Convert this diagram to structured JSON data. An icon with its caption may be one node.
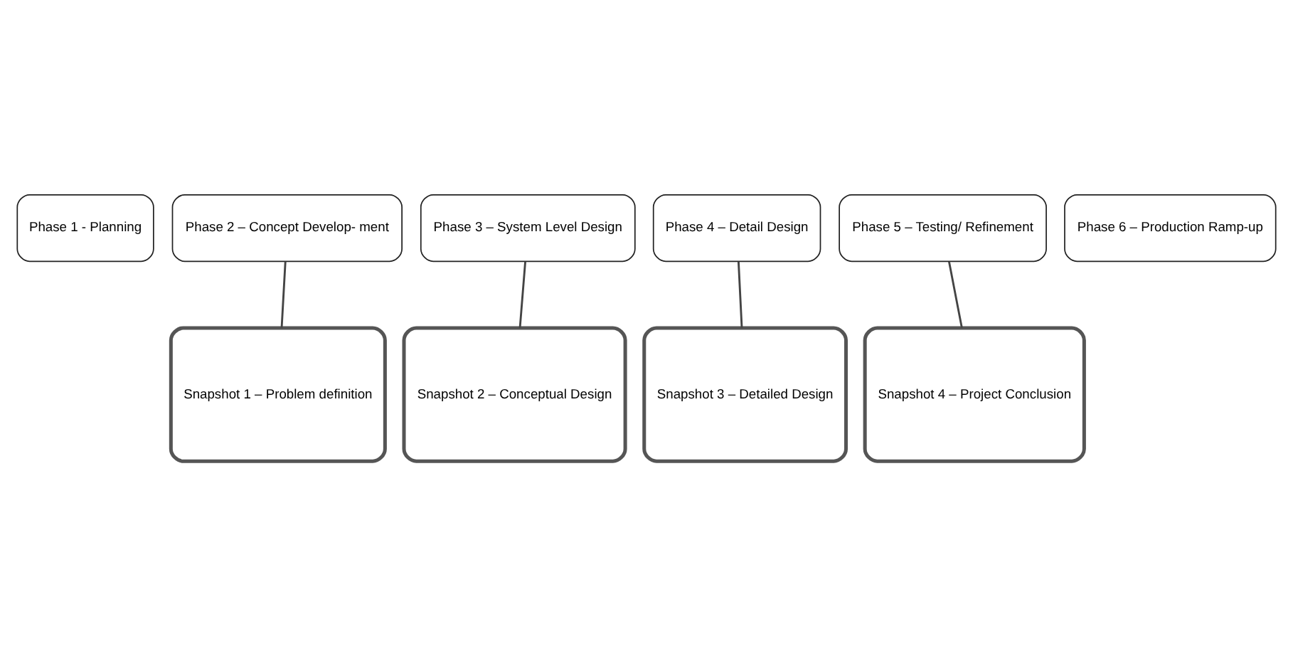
{
  "diagram": {
    "nodes": [
      {
        "text": [
          "Phase 1 - Planning"
        ]
      },
      {
        "text": [
          "Phase 2 – Concept Develop- ment"
        ]
      },
      {
        "text": [
          "Phase 3 – System Level Design"
        ]
      },
      {
        "text": [
          "Phase 4 – Detail Design"
        ]
      },
      {
        "text": [
          "Phase 5 – Testing/ Refinement"
        ]
      },
      {
        "text": [
          "Phase 6 – Production Ramp-up"
        ]
      },
      {
        "text": [
          "Snapshot 1 – Problem definition"
        ]
      },
      {
        "text": [
          "Snapshot 2 – Conceptual Design"
        ]
      },
      {
        "text": [
          "Snapshot 3 – Detailed Design"
        ]
      },
      {
        "text": [
          "Snapshot 4 – Project Conclusion"
        ]
      }
    ],
    "edges": [
      {
        "from": 1,
        "to": 6,
        "arrow": "none"
      },
      {
        "from": 2,
        "to": 7,
        "arrow": "none"
      },
      {
        "from": 3,
        "to": 8,
        "arrow": "none"
      },
      {
        "from": 4,
        "to": 9,
        "arrow": "none"
      }
    ]
  }
}
